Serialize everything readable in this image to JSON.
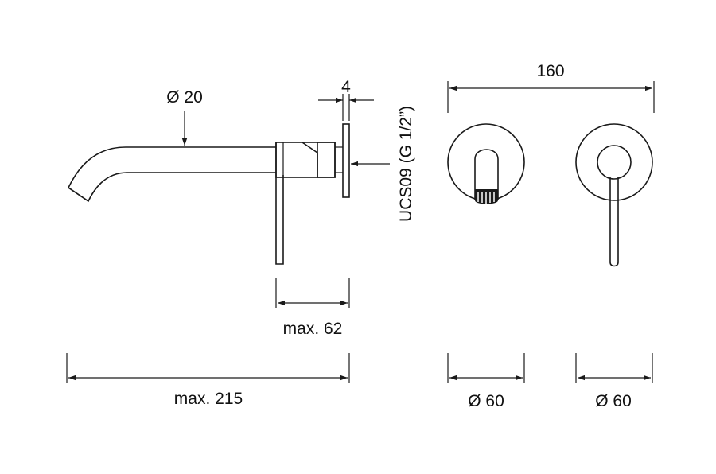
{
  "dimensions": {
    "spout_diameter": "Ø 20",
    "plate_thickness": "4",
    "connection": "UCS09 (G 1/2”)",
    "wall_depth": "max. 62",
    "total_length": "max. 215",
    "centers_distance": "160",
    "left_plate_diameter": "Ø 60",
    "right_plate_diameter": "Ø 60"
  },
  "colors": {
    "line": "#1a1a1a",
    "background": "#ffffff"
  }
}
